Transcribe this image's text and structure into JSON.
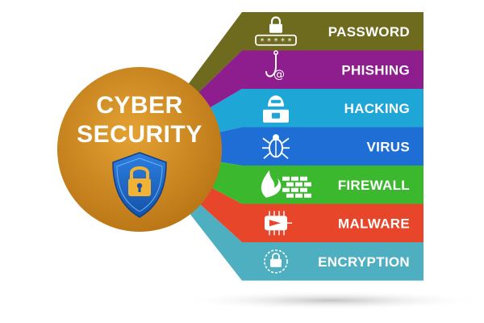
{
  "hub": {
    "title_line1": "CYBER",
    "title_line2": "SECURITY",
    "icon": "shield-lock-icon",
    "color": "#D08A1C"
  },
  "items": [
    {
      "label": "PASSWORD",
      "icon": "password-field-icon",
      "color": "#6E6A1E"
    },
    {
      "label": "PHISHING",
      "icon": "phishing-hook-icon",
      "color": "#8E1E8E"
    },
    {
      "label": "HACKING",
      "icon": "hacker-icon",
      "color": "#1EA6D6"
    },
    {
      "label": "VIRUS",
      "icon": "virus-bug-icon",
      "color": "#1E6ED6"
    },
    {
      "label": "FIREWALL",
      "icon": "firewall-icon",
      "color": "#3CB82E"
    },
    {
      "label": "MALWARE",
      "icon": "malware-chip-icon",
      "color": "#E8462A"
    },
    {
      "label": "ENCRYPTION",
      "icon": "encryption-icon",
      "color": "#4EAFC0"
    }
  ]
}
